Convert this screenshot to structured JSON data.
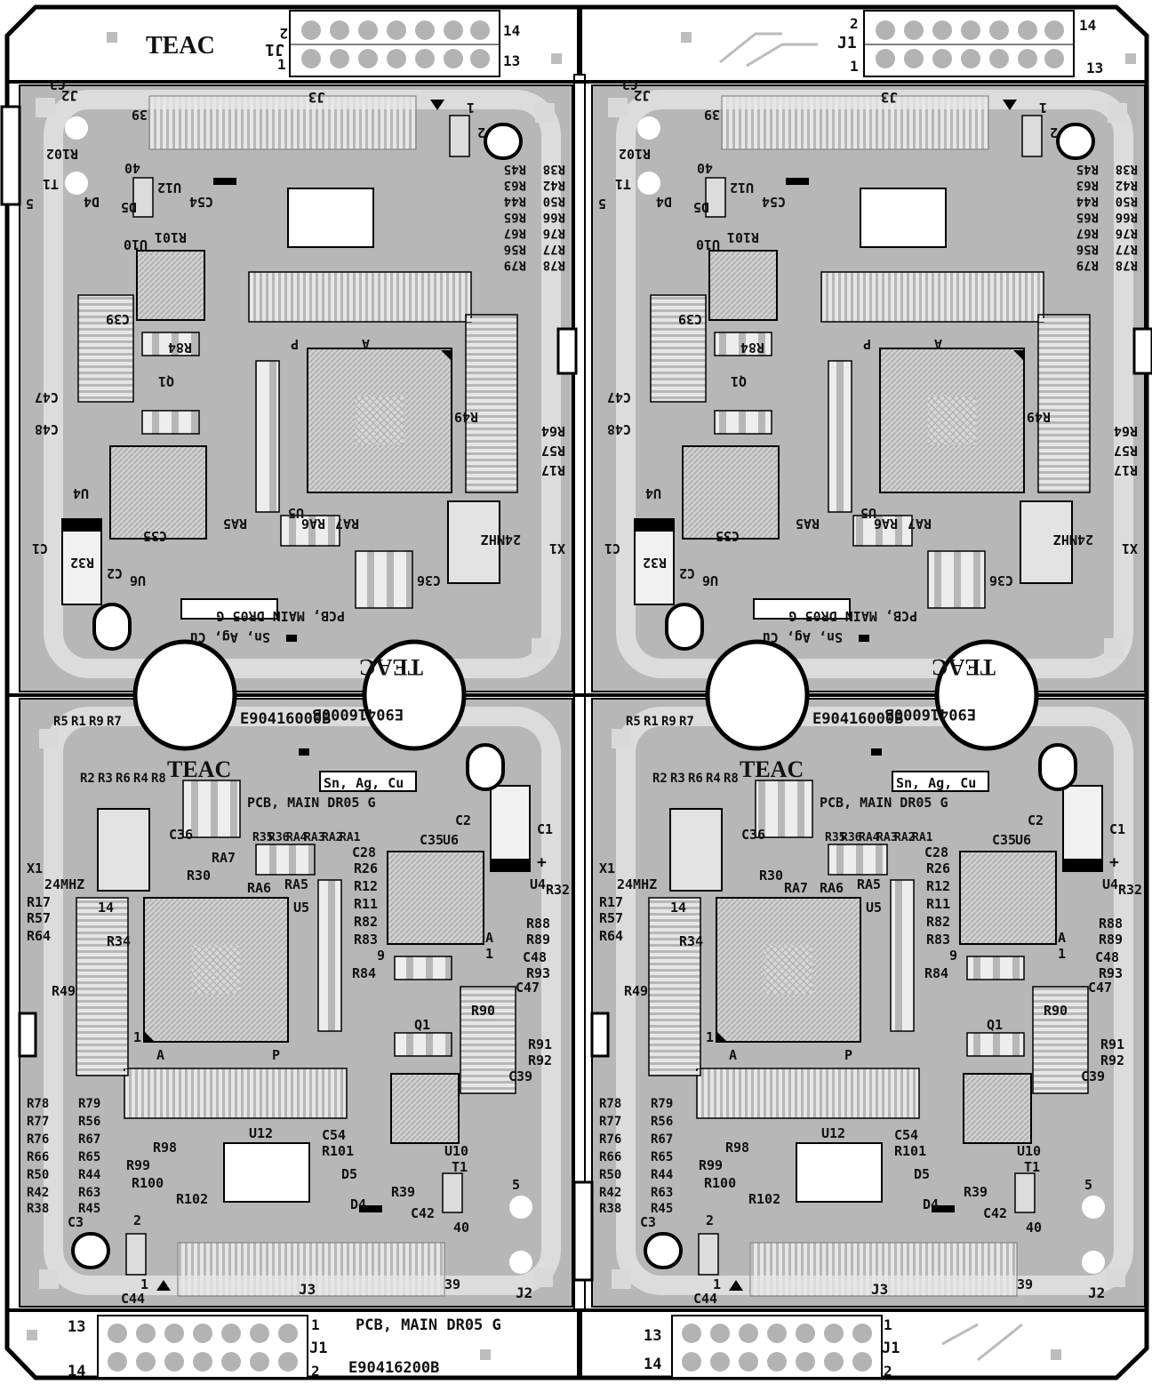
{
  "colors": {
    "board_gray": "#b7b7b7",
    "trace_light": "#d9d9d9",
    "pad_white": "#f2f2f2",
    "silkscreen": "#111111",
    "outline": "#000000",
    "background": "#ffffff"
  },
  "logo": "TEAC",
  "board_label": "PCB, MAIN DR05 G",
  "top_part_number": "E90416000B",
  "bottom_part_number": "E90416200B",
  "material": "Sn, Ag, Cu",
  "crystal_frequency": "24MHZ",
  "connectors": {
    "j1": "J1",
    "j2": "J2",
    "j3": "J3",
    "j1_pin_labels": [
      "1",
      "2",
      "13",
      "14"
    ],
    "j3_pin_labels": [
      "1",
      "2",
      "39",
      "40"
    ],
    "j2_pin_label": "5"
  },
  "ic_labels": [
    "U4",
    "U5",
    "U6",
    "U10",
    "U12",
    "Q1",
    "T1",
    "X1",
    "D4",
    "D5"
  ],
  "ic_pin_marks": [
    "A",
    "P",
    "1",
    "14",
    "9"
  ],
  "capacitor_labels": [
    "C1",
    "C2",
    "C3",
    "C28",
    "C35",
    "C36",
    "C39",
    "C42",
    "C44",
    "C47",
    "C48",
    "C54"
  ],
  "resistor_left_column": [
    "R78",
    "R77",
    "R76",
    "R66",
    "R50",
    "R42",
    "R38"
  ],
  "resistor_right_column": [
    "R79",
    "R56",
    "R67",
    "R65",
    "R44",
    "R63",
    "R45"
  ],
  "resistor_left_stack": [
    "R17",
    "R57",
    "R64"
  ],
  "resistor_top_row": [
    "R2",
    "R3",
    "R6",
    "R4",
    "R8"
  ],
  "resistor_top_row2": [
    "R5",
    "R1",
    "R9",
    "R7"
  ],
  "resistor_misc": [
    "R11",
    "R12",
    "R26",
    "R30",
    "R32",
    "R34",
    "R35",
    "R36",
    "R39",
    "R49",
    "R82",
    "R83",
    "R84",
    "R88",
    "R89",
    "R90",
    "R91",
    "R92",
    "R93",
    "R98",
    "R99",
    "R100",
    "R101",
    "R102"
  ],
  "resistor_array_labels": [
    "RA1",
    "RA2",
    "RA3",
    "RA4",
    "RA5",
    "RA6",
    "RA7"
  ],
  "polarity_mark": "+"
}
